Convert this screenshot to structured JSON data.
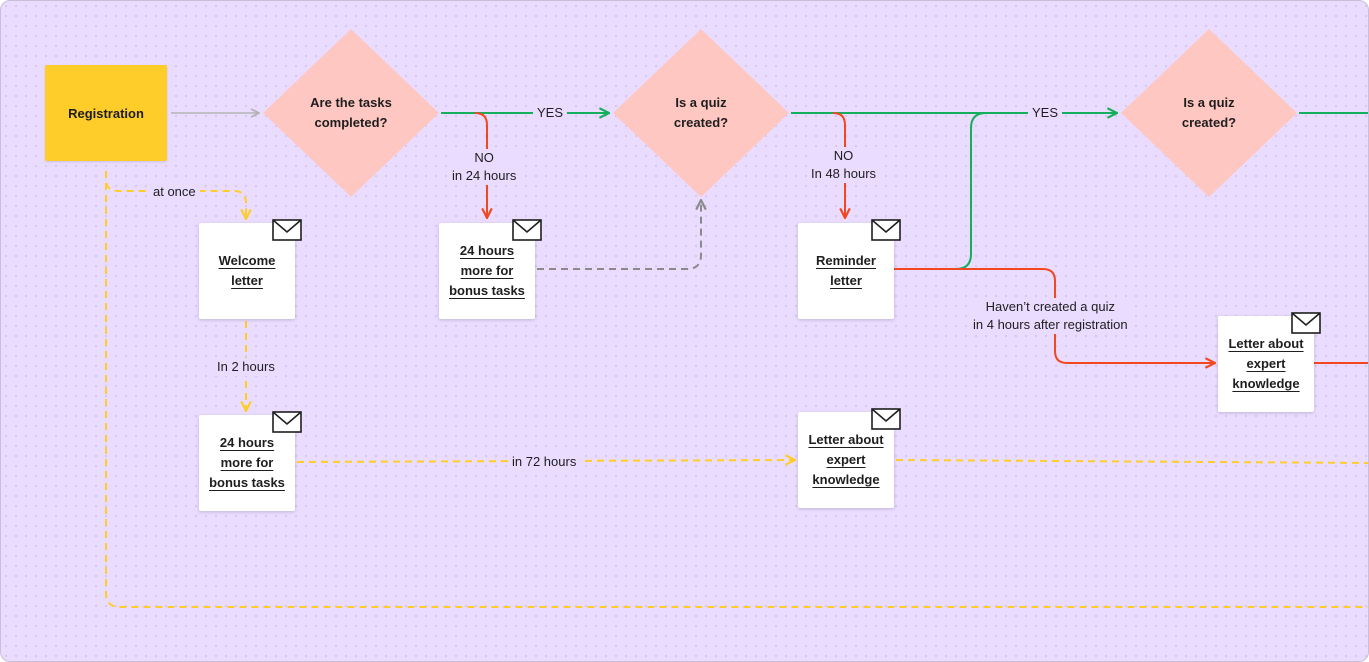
{
  "colors": {
    "background": "#eadcff",
    "start_fill": "#ffcd29",
    "decision_fill": "#ffc7c2",
    "yes_line": "#14ae5c",
    "no_line": "#f24822",
    "timer_line": "#ffcd29",
    "loop_line": "#8a8a8a",
    "entry_line": "#b3b3b3"
  },
  "nodes": {
    "registration": "Registration",
    "decision_tasks": "Are the tasks completed?",
    "decision_quiz_1": "Is a quiz created?",
    "decision_quiz_2": "Is a quiz created?",
    "welcome_letter": "Welcome letter",
    "bonus_tasks_letter_top": "24 hours more for bonus tasks",
    "reminder_letter": "Reminder letter",
    "expert_letter_right": "Letter about expert knowledge",
    "bonus_tasks_letter_bottom": "24 hours more for bonus tasks",
    "expert_letter_bottom": "Letter about expert knowledge"
  },
  "labels": {
    "at_once": "at once",
    "in_2_hours": "In 2 hours",
    "in_72_hours": "in 72 hours",
    "yes_1": "YES",
    "yes_2": "YES",
    "no_24": [
      "NO",
      "in 24 hours"
    ],
    "no_48": [
      "NO",
      "In 48 hours"
    ],
    "no_quiz_4h": [
      "Haven’t created a quiz",
      "in 4 hours after registration"
    ]
  },
  "icons": {
    "letter": "envelope-icon"
  }
}
